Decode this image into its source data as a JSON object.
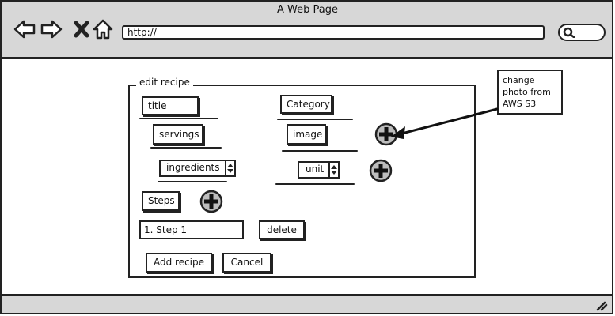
{
  "window": {
    "title": "A Web Page"
  },
  "nav": {
    "back_icon": "back-arrow-icon",
    "forward_icon": "forward-arrow-icon",
    "stop_icon": "close-icon",
    "home_icon": "home-icon",
    "search_icon": "search-icon"
  },
  "address_bar": {
    "value": "http://"
  },
  "form": {
    "legend": "edit recipe",
    "title_field": "title",
    "category_field": "Category",
    "servings_field": "servings",
    "image_field": "image",
    "ingredients_select": "ingredients",
    "unit_select": "unit",
    "steps_label": "Steps",
    "step_input": "1. Step 1",
    "delete_label": "delete",
    "add_recipe_label": "Add recipe",
    "cancel_label": "Cancel"
  },
  "annotation": {
    "line1": "change",
    "line2": "photo from",
    "line3": "AWS S3"
  }
}
